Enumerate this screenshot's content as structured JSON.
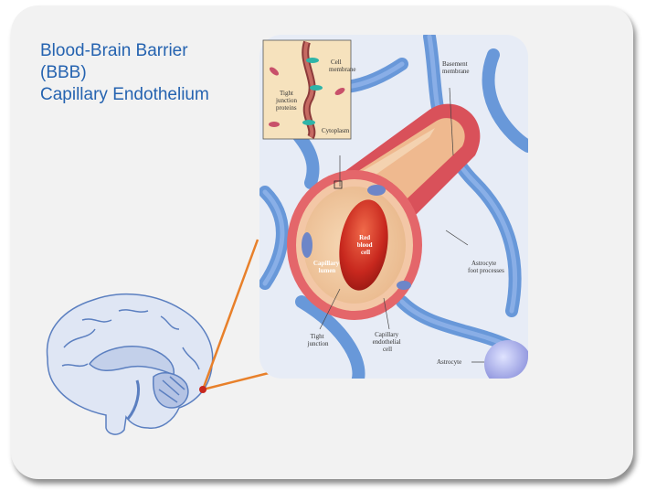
{
  "title": {
    "line1": "Blood-Brain Barrier",
    "line2": "(BBB)",
    "line3": "Capillary Endothelium"
  },
  "labels": {
    "cell_membrane": [
      "Cell",
      "membrane"
    ],
    "tight_junction_proteins": [
      "Tight",
      "junction",
      "proteins"
    ],
    "cytoplasm": "Cytoplasm",
    "basement_membrane": [
      "Basement",
      "membrane"
    ],
    "red_blood_cell": [
      "Red",
      "blood",
      "cell"
    ],
    "capillary_lumen": [
      "Capillary",
      "lumen"
    ],
    "astrocyte_foot_processes": [
      "Astrocyte",
      "foot processes"
    ],
    "tight_junction": [
      "Tight",
      "junction"
    ],
    "capillary_endothelial_cell": [
      "Capillary",
      "endothelial",
      "cell"
    ],
    "astrocyte": "Astrocyte"
  },
  "colors": {
    "title": "#2563b0",
    "card": "#f2f2f2",
    "callout_line": "#e8802a",
    "brain": "#5b7fc0",
    "astrocyte": "#5b8fd6",
    "vessel_wall": "#e4666a",
    "red_blood_cell": "#c8281e"
  }
}
